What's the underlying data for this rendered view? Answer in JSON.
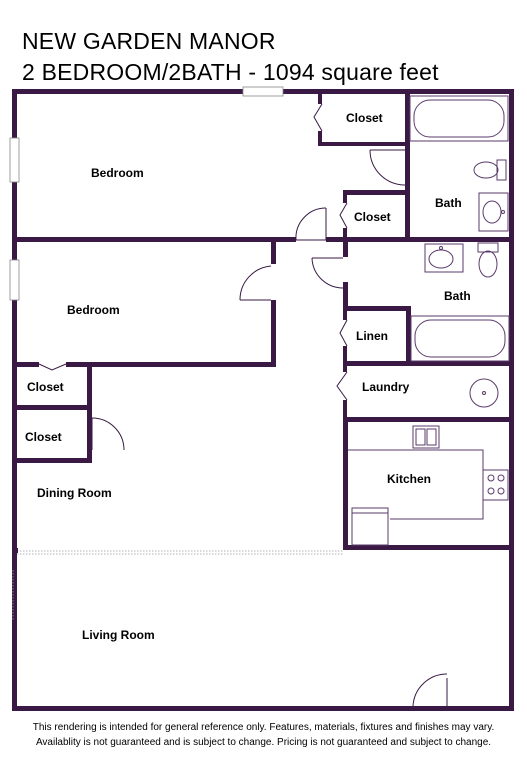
{
  "header": {
    "title": "NEW GARDEN MANOR",
    "subtitle": "2 BEDROOM/2BATH - 1094 square feet"
  },
  "rooms": {
    "bedroom_1": "Bedroom",
    "closet_1": "Closet",
    "bath_1": "Bath",
    "closet_2": "Closet",
    "bedroom_2": "Bedroom",
    "bath_2": "Bath",
    "linen": "Linen",
    "closet_3": "Closet",
    "laundry": "Laundry",
    "closet_4": "Closet",
    "kitchen": "Kitchen",
    "dining_room": "Dining Room",
    "living_room": "Living Room"
  },
  "footer": {
    "line1": "This rendering is intended for general reference only.  Features, materials, fixtures and finishes may vary.",
    "line2": "Availablity is not guaranteed and is subject to change.  Pricing is not guaranteed and subject to change."
  },
  "colors": {
    "wall": "#3a1a45",
    "fixture": "#5a3a6a"
  }
}
